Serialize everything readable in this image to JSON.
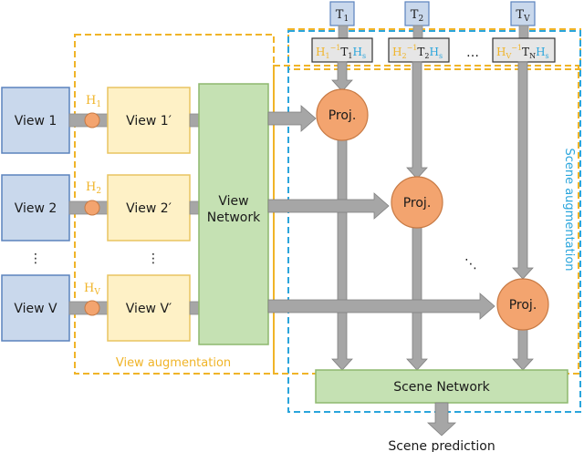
{
  "colors": {
    "view_box_fill": "#c9d8ec",
    "view_box_stroke": "#5b83bd",
    "aug_view_fill": "#fef1c6",
    "aug_view_stroke": "#e8c460",
    "network_fill": "#c5e1b3",
    "network_stroke": "#8eb86e",
    "proj_fill": "#f3a46f",
    "proj_stroke": "#c87a44",
    "h_node_fill": "#f3a46f",
    "arrow_fill": "#a6a6a6",
    "arrow_stroke": "#7f7f7f",
    "view_aug_border": "#f0b428",
    "scene_aug_border": "#2aa5dc",
    "h_label": "#f0b428",
    "hs_label": "#2aa5dc",
    "t_box_fill": "#c9d8ec",
    "matrix_box_fill": "#e6e6e6"
  },
  "views": [
    {
      "label": "View 1",
      "h_main": "H",
      "h_sub": "1",
      "aug_main": "View 1",
      "aug_prime": "′"
    },
    {
      "label": "View 2",
      "h_main": "H",
      "h_sub": "2",
      "aug_main": "View 2",
      "aug_prime": "′"
    },
    {
      "label": "View V",
      "h_main": "H",
      "h_sub": "V",
      "aug_main": "View V",
      "aug_prime": "′"
    }
  ],
  "view_ellipsis": "⋮",
  "aug_ellipsis": "⋮",
  "view_network": {
    "line1": "View",
    "line2": "Network"
  },
  "transforms": [
    {
      "t_main": "T",
      "t_sub": "1",
      "m_h": "H",
      "m_hsub": "1",
      "m_inv": "−1",
      "m_t": "T",
      "m_tsub": "1",
      "m_hs": "H",
      "m_hssub": "s"
    },
    {
      "t_main": "T",
      "t_sub": "2",
      "m_h": "H",
      "m_hsub": "2",
      "m_inv": "−1",
      "m_t": "T",
      "m_tsub": "2",
      "m_hs": "H",
      "m_hssub": "s"
    },
    {
      "t_main": "T",
      "t_sub": "V",
      "m_h": "H",
      "m_hsub": "V",
      "m_inv": "−1",
      "m_t": "T",
      "m_tsub": "N",
      "m_hs": "H",
      "m_hssub": "s"
    }
  ],
  "transform_ellipsis": "…",
  "proj_label": "Proj.",
  "proj_ellipsis": "⋱",
  "scene_network": "Scene Network",
  "view_augmentation_label": "View augmentation",
  "scene_augmentation_label": "Scene augmentation",
  "output_label": "Scene prediction"
}
